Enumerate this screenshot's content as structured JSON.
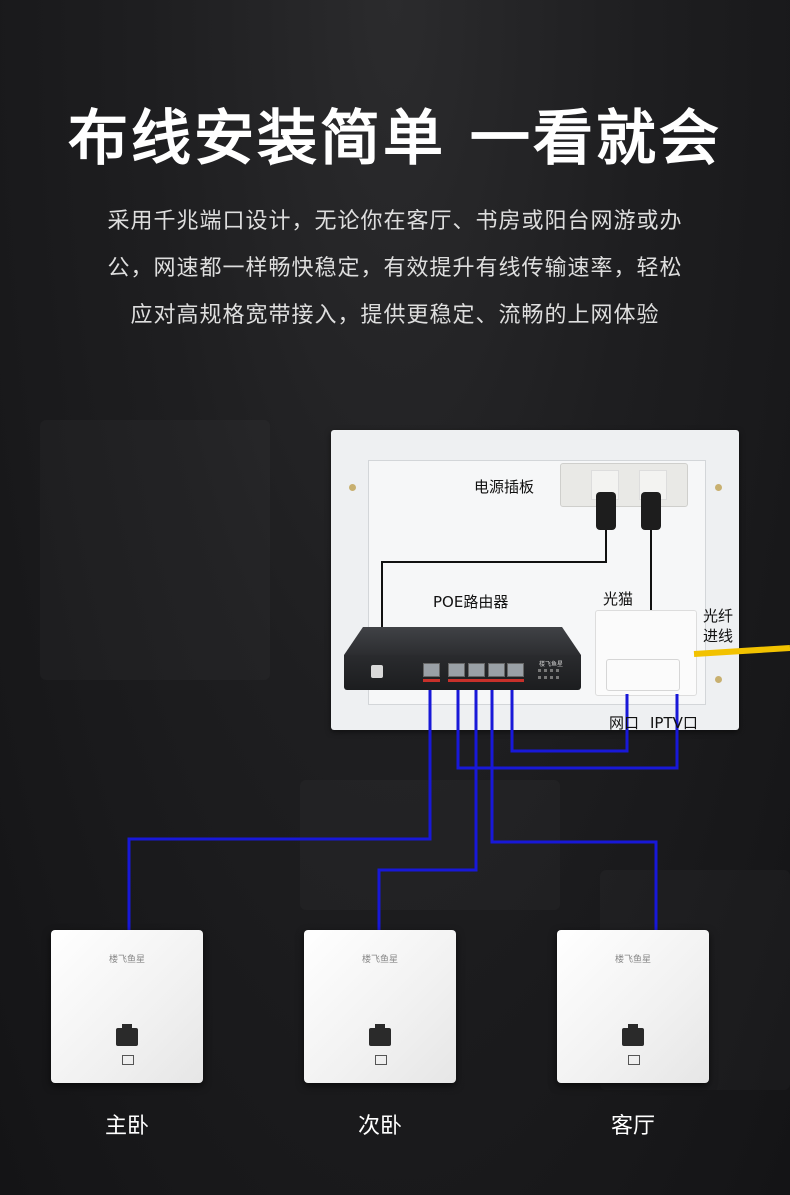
{
  "title": "布线安装简单 一看就会",
  "description": [
    "采用千兆端口设计，无论你在客厅、书房或阳台网游或办",
    "公，网速都一样畅快稳定，有效提升有线传输速率，轻松",
    "应对高规格宽带接入，提供更稳定、流畅的上网体验"
  ],
  "diagram": {
    "power_strip_label": "电源插板",
    "router_label": "POE路由器",
    "modem_label": "光猫",
    "fiber_label_line1": "光纤",
    "fiber_label_line2": "进线",
    "lan_port_label": "网口",
    "iptv_port_label": "IPTV口",
    "router_brand": "楼飞鱼星"
  },
  "panels": [
    {
      "brand": "楼飞鱼星",
      "room": "主卧"
    },
    {
      "brand": "楼飞鱼星",
      "room": "次卧"
    },
    {
      "brand": "楼飞鱼星",
      "room": "客厅"
    }
  ],
  "colors": {
    "cable": "#1818d8",
    "fiber": "#f2c200",
    "power_cable": "#111111"
  }
}
